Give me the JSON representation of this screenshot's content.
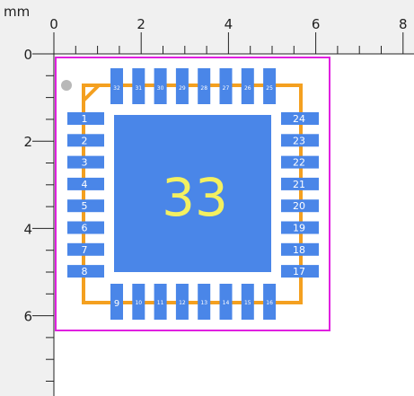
{
  "ruler": {
    "unit_label": "mm",
    "x_ticks": [
      "0",
      "2",
      "4",
      "6",
      "8"
    ],
    "y_ticks": [
      "0",
      "2",
      "4",
      "6"
    ]
  },
  "footprint": {
    "center_pad_label": "33",
    "pin1_marker": "circle-dot",
    "colors": {
      "canvas": "#ffffff",
      "ruler_bg": "#f0f0f0",
      "pad": "#4a86e8",
      "silkscreen": "#f4a020",
      "courtyard": "#e020e0",
      "center_text": "#f4f060",
      "pin_text": "#ffffff",
      "pin1_dot": "#b8b8b8"
    },
    "top_pins": [
      "32",
      "31",
      "30",
      "29",
      "28",
      "27",
      "26",
      "25"
    ],
    "bottom_pins": [
      "9",
      "10",
      "11",
      "12",
      "13",
      "14",
      "15",
      "16"
    ],
    "left_pins": [
      "1",
      "2",
      "3",
      "4",
      "5",
      "6",
      "7",
      "8"
    ],
    "right_pins": [
      "24",
      "23",
      "22",
      "21",
      "20",
      "19",
      "18",
      "17"
    ]
  }
}
